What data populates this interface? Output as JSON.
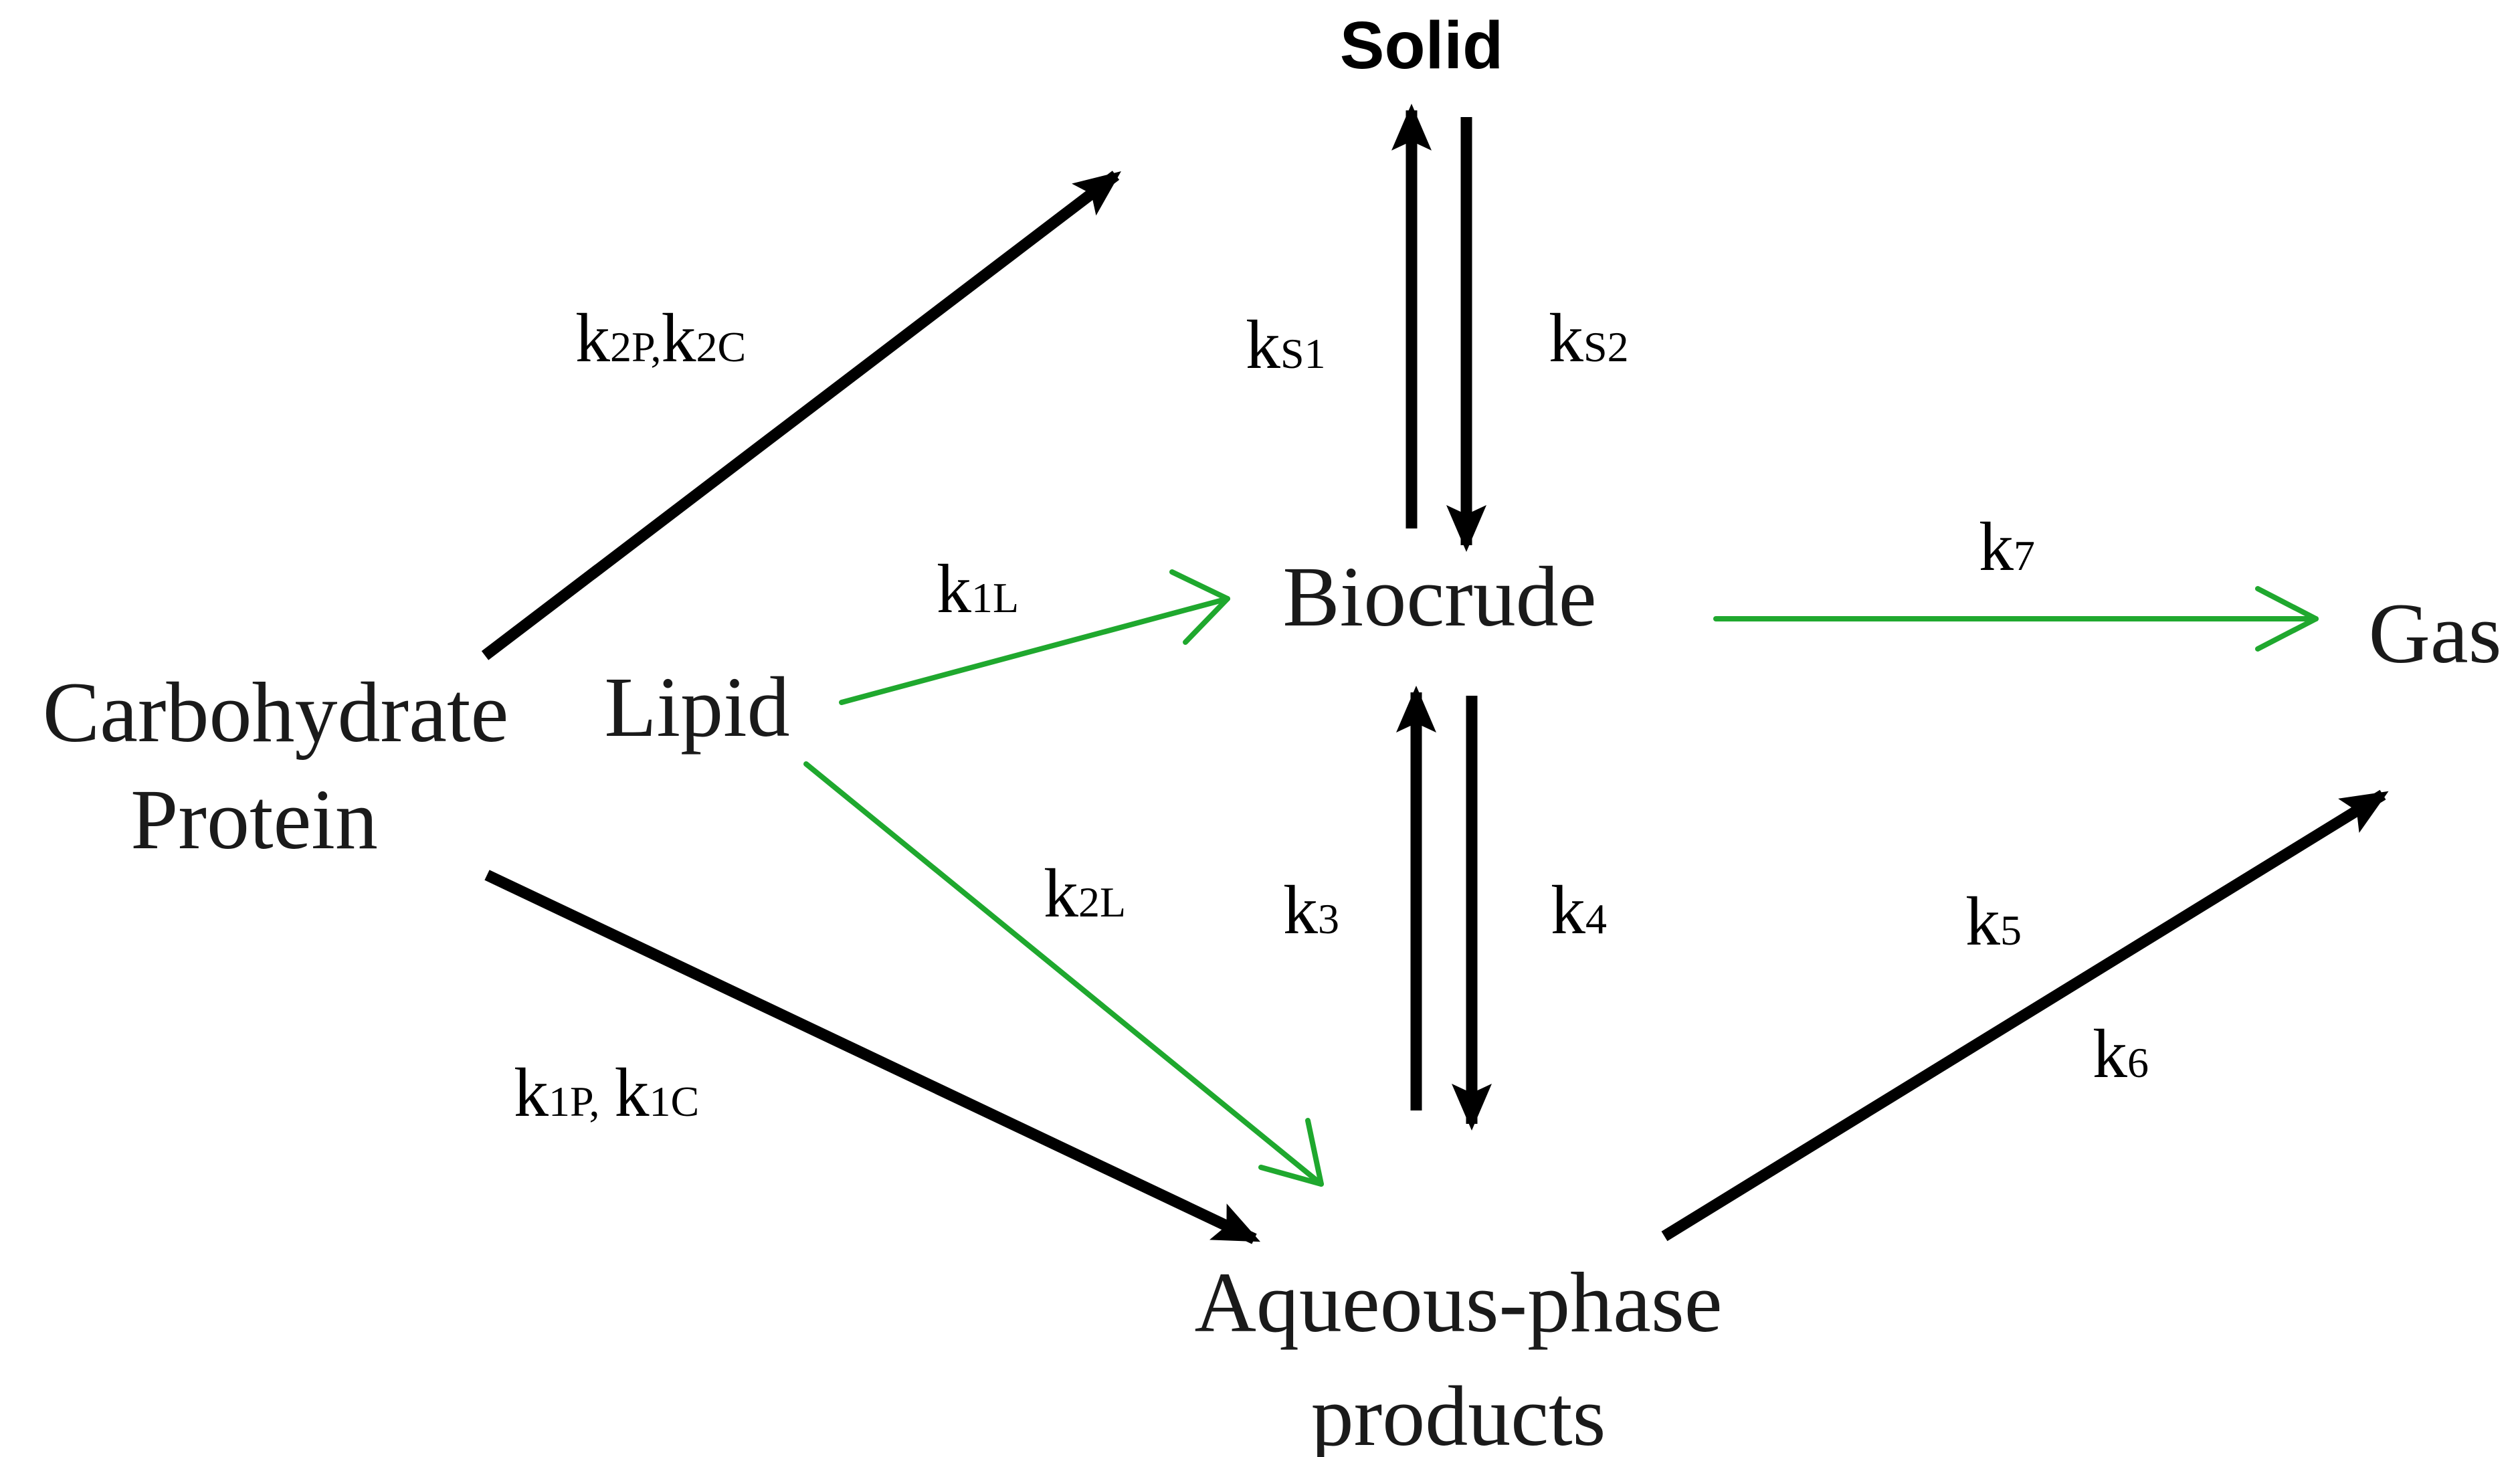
{
  "colors": {
    "green_path": "#1fa82e",
    "black_path": "#000000"
  },
  "nodes": {
    "solid": "Solid",
    "biocrude": "Biocrude",
    "gas": "Gas",
    "carbohydrate": "Carbohydrate",
    "protein": "Protein",
    "lipid": "Lipid",
    "aqueous_line1": "Aqueous-phase",
    "aqueous_line2": "products"
  },
  "rates": {
    "k2": {
      "k_a": "k",
      "sub_a": "2P,",
      "k_b": "k",
      "sub_b": "2C"
    },
    "ks1": {
      "k": "k",
      "sub": "S1"
    },
    "ks2": {
      "k": "k",
      "sub": "S2"
    },
    "k1l": {
      "k": "k",
      "sub": "1L"
    },
    "k7": {
      "k": "k",
      "sub": "7"
    },
    "k2l": {
      "k": "k",
      "sub": "2L"
    },
    "k3": {
      "k": "k",
      "sub": "3"
    },
    "k4": {
      "k": "k",
      "sub": "4"
    },
    "k5": {
      "k": "k",
      "sub": "5"
    },
    "k6": {
      "k": "k",
      "sub": "6"
    },
    "k1": {
      "k_a": "k",
      "sub_a": "1P,",
      "k_b": "k",
      "sub_b": "1C"
    }
  }
}
